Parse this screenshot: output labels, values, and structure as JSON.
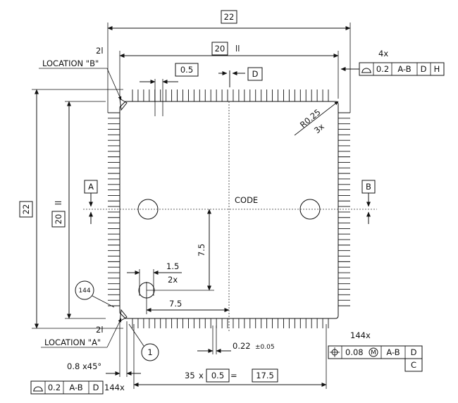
{
  "dims": {
    "overall_width": "22",
    "body_width": "20",
    "body_width_tol": "ll",
    "overall_height": "22",
    "body_height": "20",
    "body_height_tol": "ll",
    "pin_pitch": "0.5",
    "corner_radius": "R0.25",
    "corner_radius_count": "3x",
    "hole_dia": "1.5",
    "hole_count": "2x",
    "hole_offset_v": "7.5",
    "hole_offset_h": "7.5",
    "lead_width": "0.22",
    "lead_width_tol": "±0.05",
    "chamfer": "0.8 x45°",
    "pitch_count": "35",
    "pitch_times": "x",
    "pitch_equal": "=",
    "span": "17.5"
  },
  "locations": {
    "b_label": "LOCATION \"B\"",
    "b_size": "2l",
    "a_label": "LOCATION \"A\"",
    "a_size": "2l"
  },
  "datums": {
    "a": "A",
    "b": "B",
    "d": "D",
    "c": "C",
    "h": "H"
  },
  "body": {
    "code": "CODE"
  },
  "pins": {
    "first_pin": "1",
    "last_pin": "144"
  },
  "fcf_top": {
    "count": "4x",
    "tol": "0.2",
    "datum1": "A-B",
    "datum2": "D",
    "datum3": "H"
  },
  "fcf_bottom_left": {
    "tol": "0.2",
    "datum1": "A-B",
    "datum2": "D",
    "count": "144x"
  },
  "fcf_bottom_right": {
    "count": "144x",
    "tol": "0.08",
    "modifier": "M",
    "datum1": "A-B",
    "datum2": "D",
    "datum3": "C"
  }
}
